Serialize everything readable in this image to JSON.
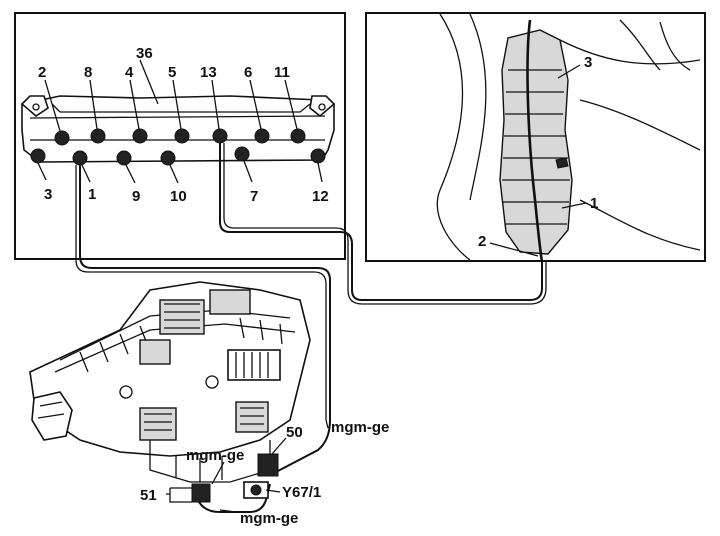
{
  "left_panel": {
    "labels": {
      "n36": "36",
      "n2": "2",
      "n8": "8",
      "n4": "4",
      "n5": "5",
      "n13": "13",
      "n6": "6",
      "n11": "11",
      "n3": "3",
      "n1": "1",
      "n9": "9",
      "n10": "10",
      "n7": "7",
      "n12": "12"
    }
  },
  "right_panel": {
    "labels": {
      "n3": "3",
      "n1": "1",
      "n2": "2"
    }
  },
  "bottom": {
    "labels": {
      "mgm_ge_right": "mgm-ge",
      "n50": "50",
      "mgm_ge_left": "mgm-ge",
      "n51": "51",
      "y67": "Y67/1",
      "mgm_ge_bottom": "mgm-ge"
    }
  }
}
